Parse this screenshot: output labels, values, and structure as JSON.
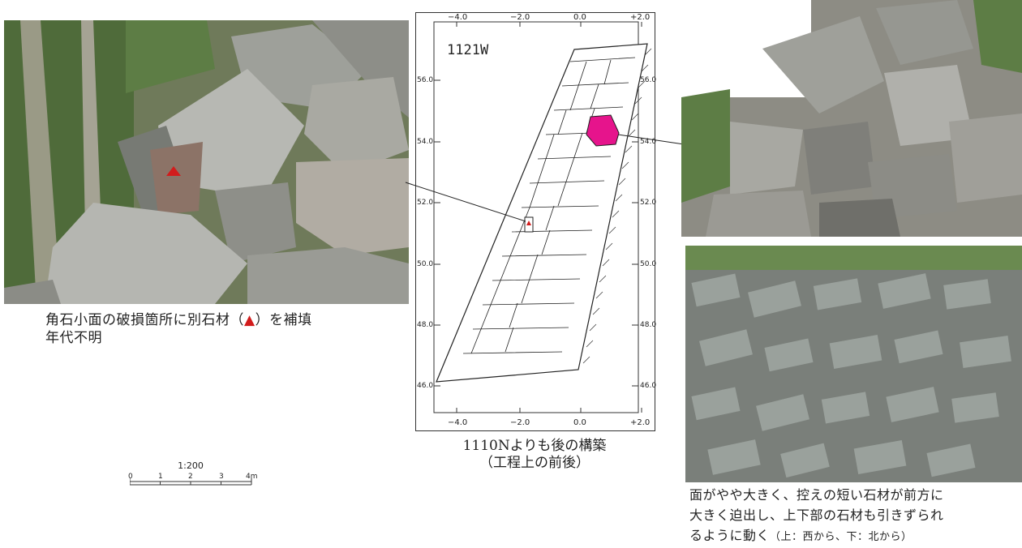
{
  "left_caption": {
    "line1_a": "角石小面の破損箇所に別石材（",
    "triangle": "▲",
    "line1_b": "）を補填",
    "line2": "年代不明"
  },
  "map": {
    "label": "1121W",
    "top_ticks": [
      "−4.0",
      "−2.0",
      "0.0",
      "+2.0"
    ],
    "bottom_ticks": [
      "−4.0",
      "−2.0",
      "0.0",
      "+2.0"
    ],
    "left_ticks": [
      "56.0",
      "54.0",
      "52.0",
      "50.0",
      "48.0",
      "46.0"
    ],
    "right_ticks": [
      "56.0",
      "54.0",
      "52.0",
      "50.0",
      "48.0",
      "46.0"
    ],
    "highlight_color": "#e6148c",
    "marker_color": "#d21c1c"
  },
  "map_caption": {
    "line1": "1110Nよりも後の構築",
    "line2": "（工程上の前後）"
  },
  "scale": {
    "ratio": "1:200",
    "ticks": [
      "0",
      "1",
      "2",
      "3",
      "4m"
    ]
  },
  "right_caption": {
    "line1": "面がやや大きく、控えの短い石材が前方に",
    "line2": "大きく迫出し、上下部の石材も引きずられ",
    "line3_main": "るように動く",
    "line3_small": "（上：西から、下：北から）"
  }
}
